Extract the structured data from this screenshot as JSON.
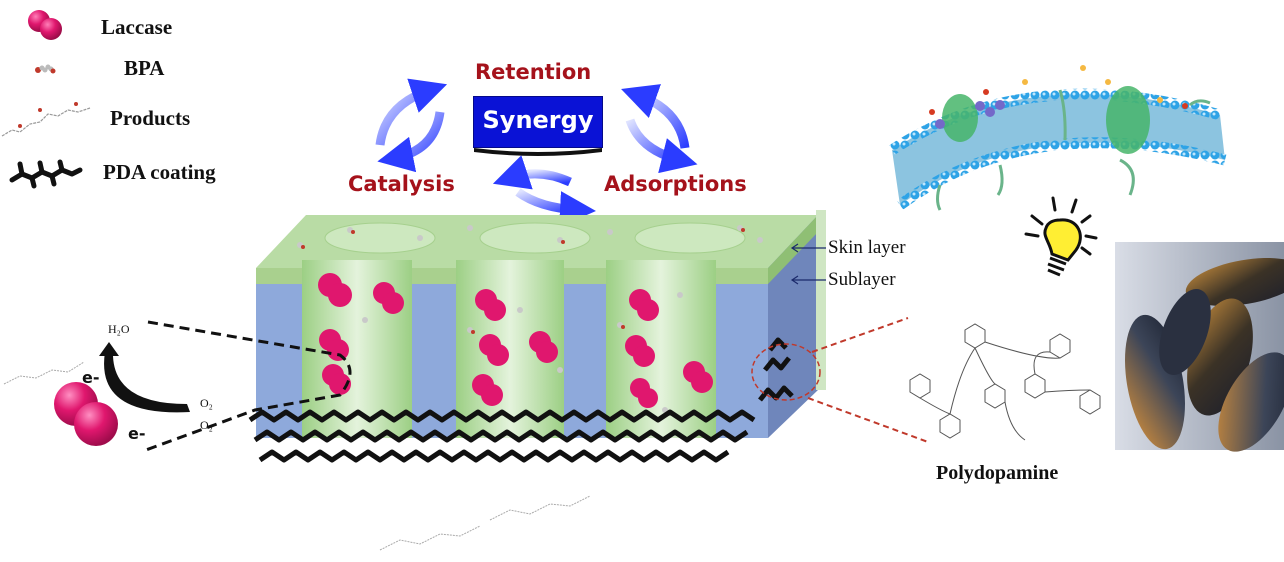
{
  "legend": {
    "items": [
      {
        "label": "Laccase",
        "icon": "laccase-icon"
      },
      {
        "label": "BPA",
        "icon": "bpa-molecule-icon"
      },
      {
        "label": "Products",
        "icon": "product-molecule-icon"
      },
      {
        "label": "PDA coating",
        "icon": "pda-chain-icon"
      }
    ]
  },
  "synergy_cycle": {
    "center_label": "Synergy",
    "nodes": [
      "Retention",
      "Catalysis",
      "Adsorptions"
    ]
  },
  "membrane": {
    "layer_labels": [
      "Skin layer",
      "Sublayer"
    ]
  },
  "reaction": {
    "water": "H₂O",
    "oxygen_top": "O₂",
    "oxygen_bottom": "O₂",
    "electron_top": "e-",
    "electron_bottom": "e-"
  },
  "polydopamine": {
    "title": "Polydopamine"
  },
  "colors": {
    "laccase": "#e0176e",
    "synergy_box": "#0a12d6",
    "cycle_text": "#a5121b",
    "skin_layer": "#a9d08e",
    "sublayer": "#8ea9db",
    "bulb": "#ffee33"
  }
}
